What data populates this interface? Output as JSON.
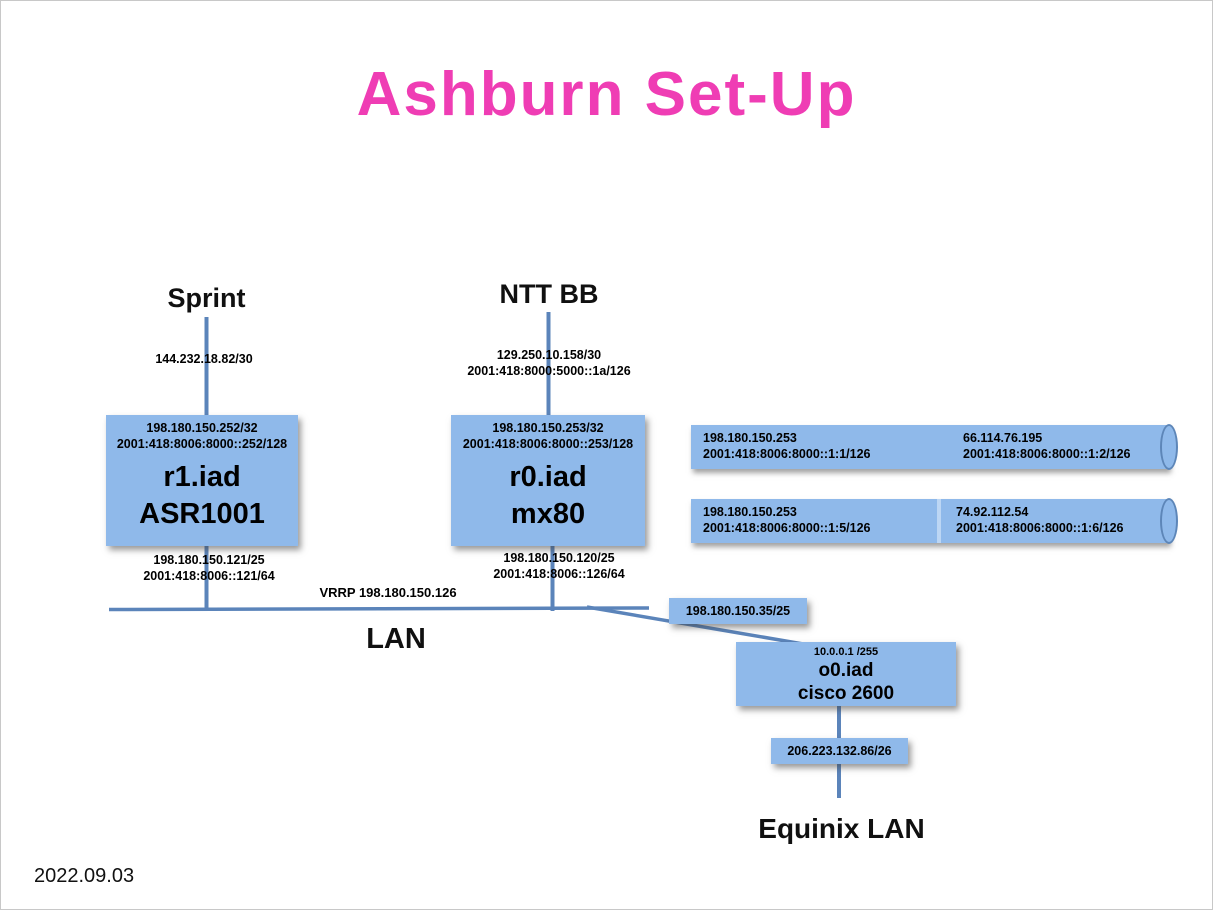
{
  "slide": {
    "title": "Ashburn Set-Up",
    "date": "2022.09.03"
  },
  "colors": {
    "node_blue": "#8fb9ea",
    "line_blue": "#5b84ba",
    "title_pink": "#ef3db4"
  },
  "providers": {
    "sprint": {
      "label": "Sprint",
      "link_v4": "144.232.18.82/30"
    },
    "ntt": {
      "label": "NTT BB",
      "link_v4": "129.250.10.158/30",
      "link_v6": "2001:418:8000:5000::1a/126"
    }
  },
  "routers": {
    "r1": {
      "loop_v4": "198.180.150.252/32",
      "loop_v6": "2001:418:8006:8000::252/128",
      "name": "r1.iad",
      "model": "ASR1001",
      "lan_v4": "198.180.150.121/25",
      "lan_v6": "2001:418:8006::121/64"
    },
    "r0": {
      "loop_v4": "198.180.150.253/32",
      "loop_v6": "2001:418:8006:8000::253/128",
      "name": "r0.iad",
      "model": "mx80",
      "lan_v4": "198.180.150.120/25",
      "lan_v6": "2001:418:8006::126/64"
    }
  },
  "tunnels": [
    {
      "local_v4": "198.180.150.253",
      "local_v6": "2001:418:8006:8000::1:1/126",
      "remote_v4": "66.114.76.195",
      "remote_v6": "2001:418:8006:8000::1:2/126"
    },
    {
      "local_v4": "198.180.150.253",
      "local_v6": "2001:418:8006:8000::1:5/126",
      "remote_v4": "74.92.112.54",
      "remote_v6": "2001:418:8006:8000::1:6/126"
    }
  ],
  "lan": {
    "label": "LAN",
    "vrrp": "VRRP 198.180.150.126",
    "o0_link_v4": "198.180.150.35/25"
  },
  "o0": {
    "mgmt_ip": "10.0.0.1 /255",
    "name": "o0.iad",
    "model": "cisco 2600",
    "equinix_v4": "206.223.132.86/26"
  },
  "equinix": {
    "label": "Equinix LAN"
  }
}
